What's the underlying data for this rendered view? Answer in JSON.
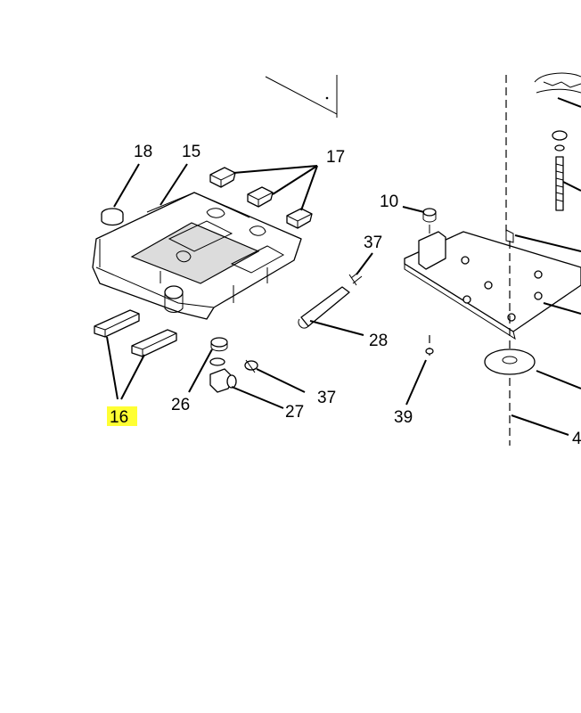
{
  "diagram": {
    "callouts": {
      "c18": "18",
      "c15": "15",
      "c17": "17",
      "c10": "10",
      "c37a": "37",
      "c28": "28",
      "c16": "16",
      "c26": "26",
      "c37b": "37",
      "c27": "27",
      "c39": "39",
      "c4": "4"
    },
    "highlight_color": "#ffff33"
  }
}
